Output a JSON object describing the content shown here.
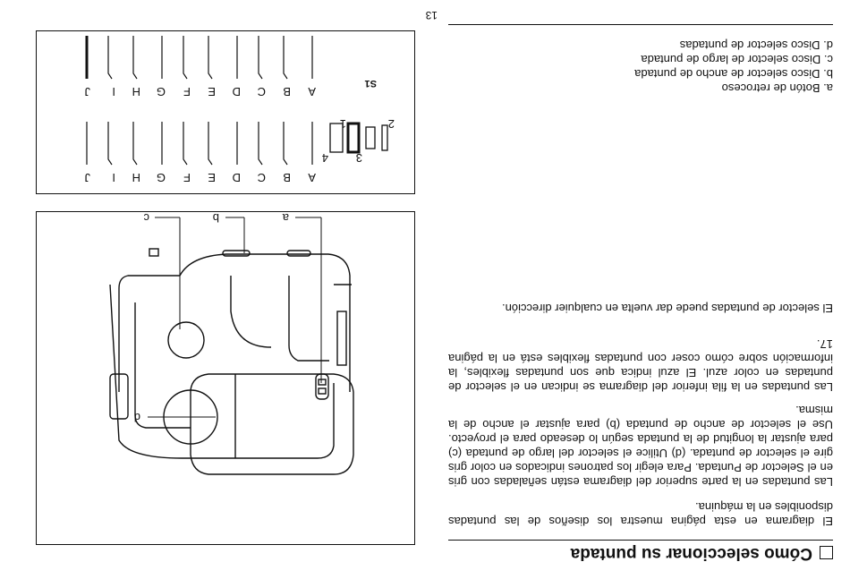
{
  "heading": {
    "title": "Cómo seleccionar su puntada",
    "icon": "square-checkbox-icon"
  },
  "paragraphs": [
    "El diagrama en esta página muestra los diseños de las puntadas disponibles en la máquina.",
    "Las puntadas en la parte superior del diagrama están señaladas con gris en el Selector de Puntada. Para elegir los patrones indicados en color gris gire el selector de puntada. (d) Utilice el selector del largo de puntada (c) para ajustar la longitud de la puntada según lo deseado para el proyecto. Use el selector de ancho de puntada (b) para ajustar el ancho de la misma.",
    "Las puntadas en la fila inferior del diagrama se indican en el selector de puntadas en color azul. El azul indica que son puntadas flexibles, la información sobre cómo coser con puntadas flexibles está en la página 17.",
    "El selector de puntadas puede dar vuelta en cualquier dirección."
  ],
  "callouts": [
    "a. Botón de retroceso",
    "b. Disco selector de ancho de puntada",
    "c. Disco selector de largo de puntada",
    "d. Disco selector de puntadas"
  ],
  "machine_labels": {
    "a": "a",
    "b": "b",
    "c": "c",
    "d": "d"
  },
  "stitch_chart": {
    "series_label": "S1",
    "letters": [
      "A",
      "B",
      "C",
      "D",
      "E",
      "F",
      "G",
      "H",
      "I",
      "J"
    ],
    "width_options": [
      "1",
      "2",
      "3",
      "4"
    ]
  },
  "page_number": "13"
}
